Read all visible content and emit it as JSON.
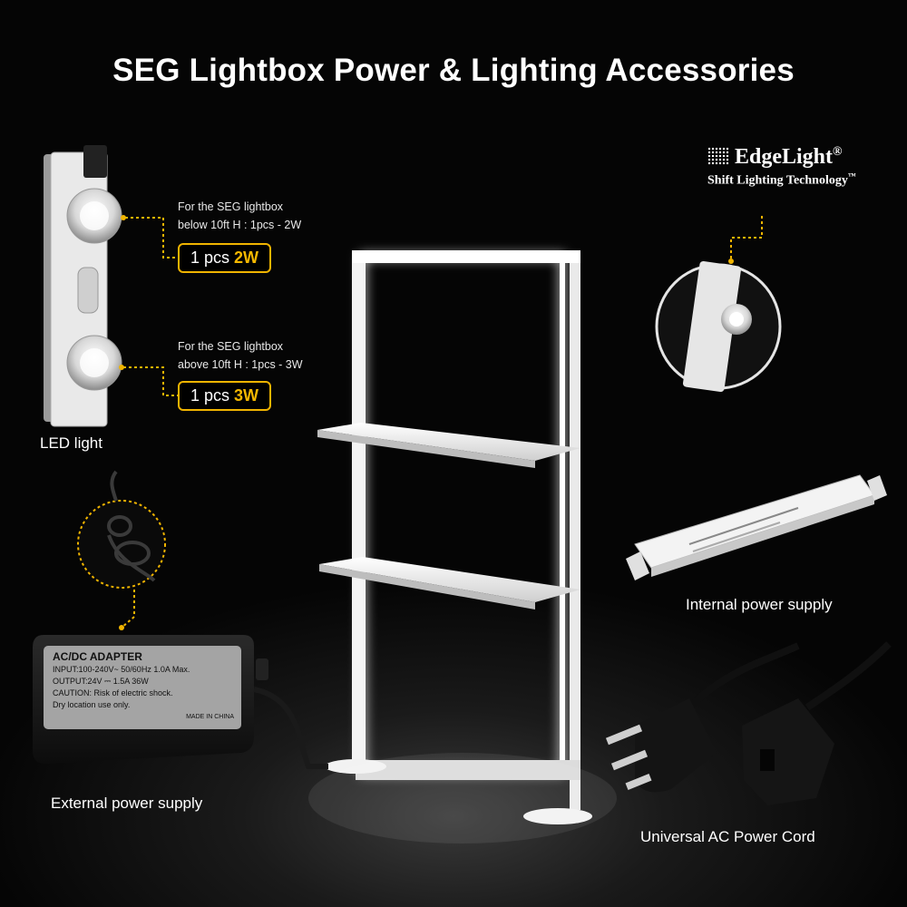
{
  "title": "SEG Lightbox Power & Lighting Accessories",
  "brand": {
    "name": "EdgeLight",
    "reg": "®",
    "tagline": "Shift Lighting Technology",
    "tm": "™"
  },
  "led": {
    "note_2w": [
      "For the SEG lightbox",
      "below 10ft H : 1pcs - 2W"
    ],
    "badge_2w": {
      "prefix": "1 pcs ",
      "value": "2W"
    },
    "note_3w": [
      "For the SEG lightbox",
      "above 10ft H : 1pcs - 3W"
    ],
    "badge_3w": {
      "prefix": "1 pcs ",
      "value": "3W"
    },
    "label": "LED light"
  },
  "adapter": {
    "heading": "AC/DC ADAPTER",
    "input": "INPUT:100-240V~  50/60Hz   1.0A Max.",
    "output": "OUTPUT:24V  ⎓  1.5A  36W",
    "caution": "CAUTION: Risk of electric shock.",
    "dry": "Dry location use only.",
    "made": "MADE IN CHINA",
    "label": "External power supply"
  },
  "internal": {
    "label": "Internal power supply"
  },
  "cord": {
    "label": "Universal AC Power Cord"
  },
  "colors": {
    "accent": "#f0b400",
    "glow": "#ffffff",
    "background": "#000000"
  }
}
